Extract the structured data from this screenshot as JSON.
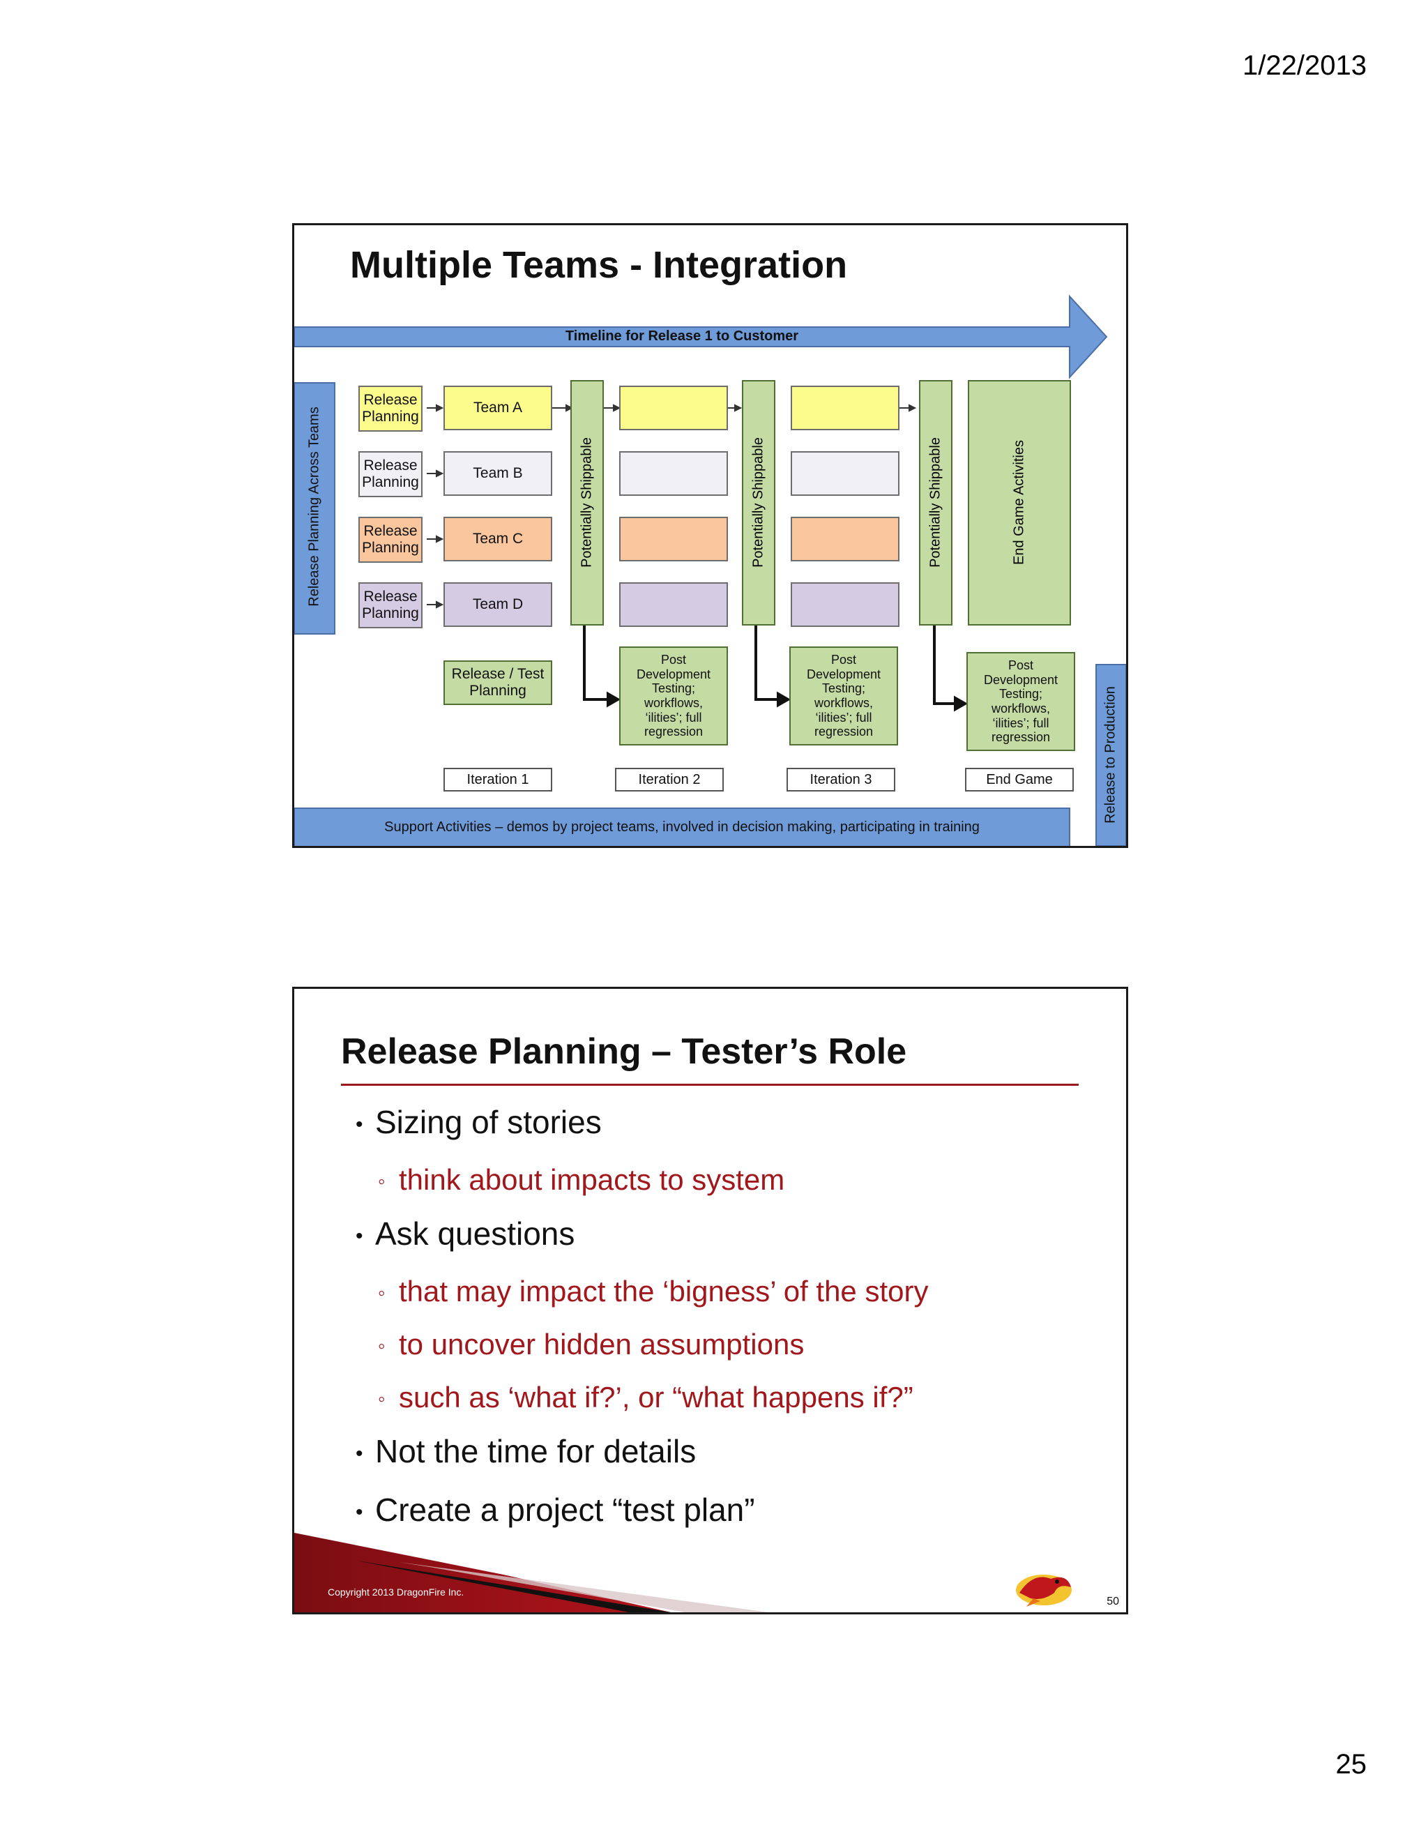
{
  "header": {
    "date": "1/22/2013"
  },
  "footer": {
    "page_number": "25"
  },
  "slide1": {
    "title": "Multiple Teams - Integration",
    "timeline": "Timeline for Release 1 to Customer",
    "left_band": "Release Planning Across Teams",
    "release_planning": [
      "Release Planning",
      "Release Planning",
      "Release Planning",
      "Release Planning"
    ],
    "teams": [
      "Team A",
      "Team B",
      "Team C",
      "Team D"
    ],
    "release_test_planning": "Release / Test Planning",
    "potentially_shippable": [
      "Potentially Shippable",
      "Potentially Shippable",
      "Potentially Shippable"
    ],
    "end_game_activities": "End Game Activities",
    "post_dev": [
      "Post Development Testing; workflows, ‘ilities’; full regression",
      "Post Development Testing; workflows, ‘ilities’; full regression",
      "Post Development Testing; workflows, ‘ilities’; full regression"
    ],
    "iterations": [
      "Iteration 1",
      "Iteration 2",
      "Iteration 3",
      "End Game"
    ],
    "release_to_production": "Release to Production",
    "support": "Support Activities – demos by project teams, involved in decision making, participating in training"
  },
  "slide2": {
    "title": "Release Planning – Tester’s Role",
    "bullets": [
      "Sizing of stories",
      "Ask questions",
      "Not the time for details",
      "Create a project “test plan”"
    ],
    "subs": [
      "think about impacts to system",
      "that may impact the ‘bigness’ of the story",
      "to uncover hidden assumptions",
      "such as ‘what if?’, or “what happens if?”"
    ],
    "copyright": "Copyright 2013 DragonFire Inc.",
    "slide_number": "50"
  },
  "colors": {
    "blue_band": "#6f9bd8",
    "accent_red": "#a1171c",
    "green_box": "#c4dca4"
  }
}
